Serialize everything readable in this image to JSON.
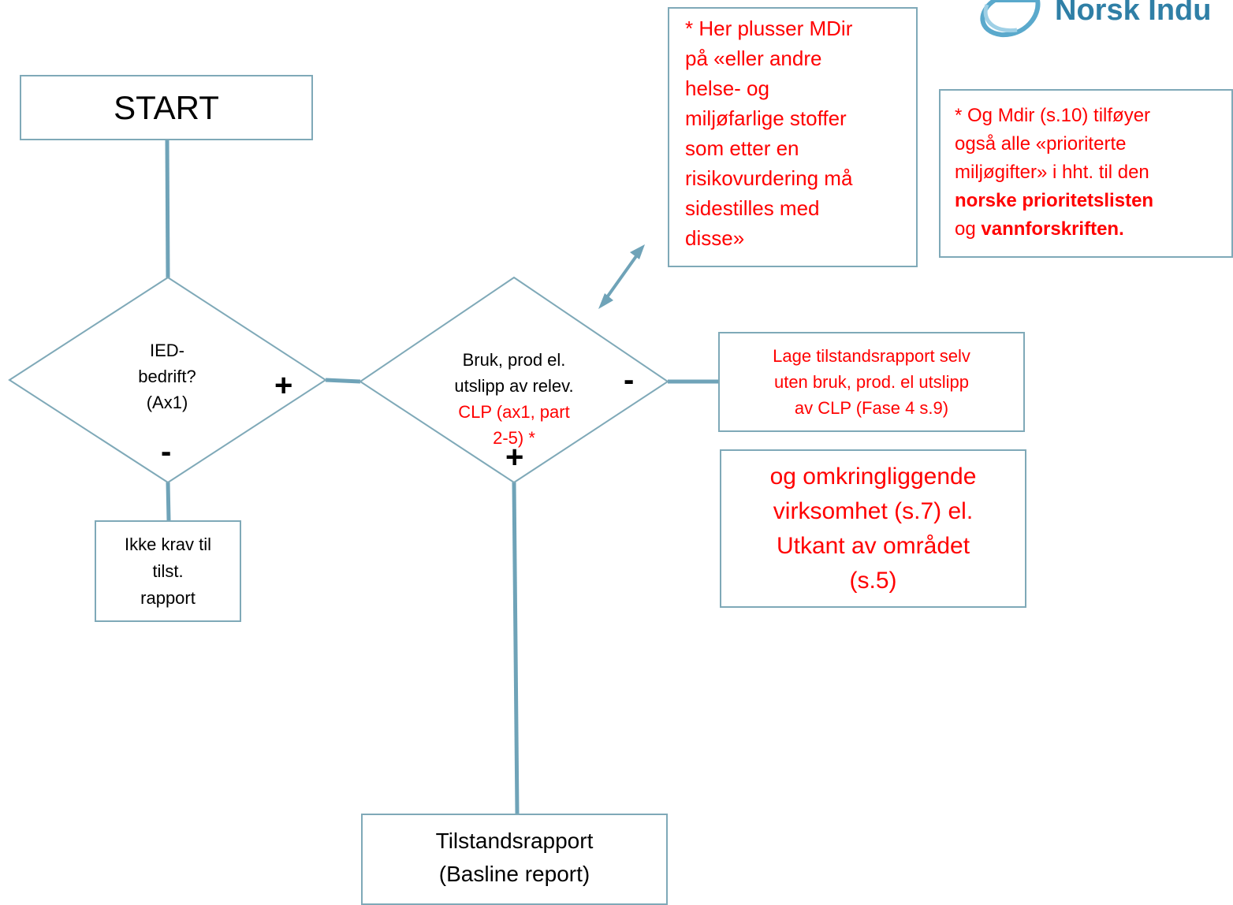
{
  "logo": {
    "text": "Norsk Indu",
    "icon": "norsk-industri-logo-icon"
  },
  "nodes": {
    "start": "START",
    "ied": {
      "lines": [
        "IED-",
        "bedrift?",
        "(Ax1)"
      ]
    },
    "clp": {
      "black_lines": [
        "Bruk, prod el.",
        "utslipp av relev."
      ],
      "red_lines": [
        "CLP (ax1, part",
        "2-5) *"
      ]
    },
    "no_report": {
      "lines": [
        "Ikke krav til",
        "tilst.",
        "rapport"
      ]
    },
    "own_report": {
      "lines": [
        "Lage tilstandsrapport selv",
        "uten bruk, prod. el utslipp",
        "av CLP  (Fase 4 s.9)"
      ]
    },
    "surroundings": {
      "lines": [
        "og omkringliggende",
        "virksomhet (s.7) el.",
        "Utkant av området",
        "(s.5)"
      ]
    },
    "baseline": {
      "lines": [
        "Tilstandsrapport",
        "(Basline report)"
      ]
    }
  },
  "notes": {
    "mdir": {
      "lines": [
        "* Her plusser MDir",
        "på «eller andre",
        "helse- og",
        "miljøfarlige stoffer",
        "som etter en",
        "risikovurdering må",
        "sidestilles med",
        "disse»"
      ]
    },
    "mdir2": {
      "line1": "* Og Mdir (s.10) tilføyer",
      "line2": "også alle «prioriterte",
      "line3": "miljøgifter» i hht. til den",
      "bold1": "norske prioritetslisten",
      "line5a": "og ",
      "bold2": "vannforskriften."
    }
  },
  "signs": {
    "ied_yes": "+",
    "ied_no": "-",
    "clp_no": "-",
    "clp_yes": "+"
  },
  "colors": {
    "border": "#7fa9b8",
    "connector": "#6fa3b8",
    "red_text": "#ff0000",
    "logo_blue": "#2f7fa6"
  }
}
